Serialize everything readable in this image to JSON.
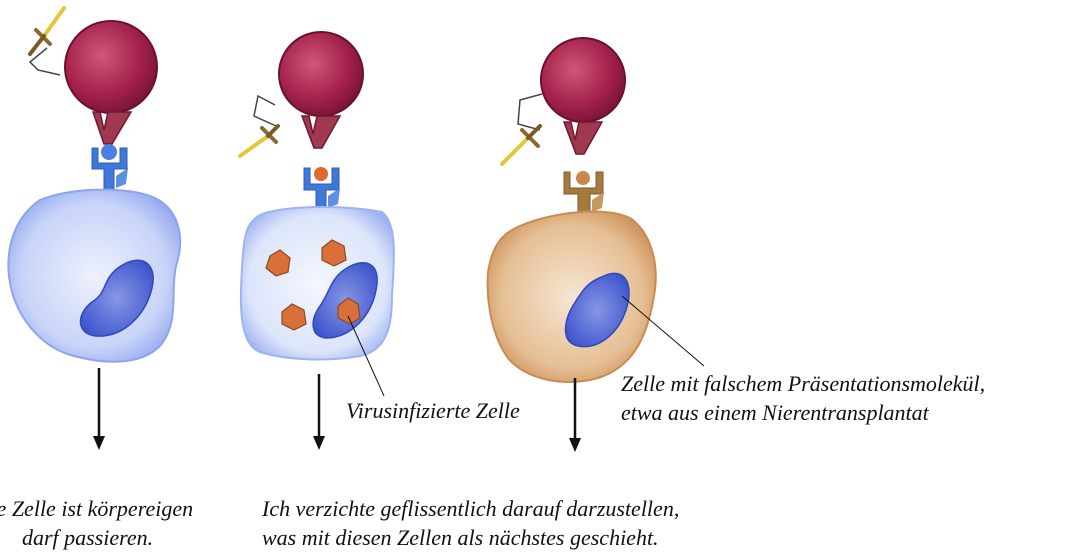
{
  "labels": {
    "virus_infected_cell": "Virusinfizierte Zelle",
    "wrong_presentation_line1": "Zelle mit falschem Präsentationsmolekül,",
    "wrong_presentation_line2": "etwa aus einem Nierentransplantat"
  },
  "outcomes": {
    "self_cell_line1": "se Zelle ist körpereigen",
    "self_cell_line2": "darf passieren.",
    "other_cells_line1": "Ich verzichte geflissentlich darauf darzustellen,",
    "other_cells_line2": "was mit diesen Zellen als nächstes geschieht."
  },
  "colors": {
    "t_cell": "#a3214a",
    "receptor": "#8e2a42",
    "self_mhc": "#3f78d8",
    "foreign_mhc": "#a57a3e",
    "cell_blue": "#c6d2f7",
    "cell_orange": "#e5b98d",
    "nucleus": "#4f66d6",
    "virus": "#d9703a",
    "sword": "#e7c53a"
  },
  "icons": [
    "t-cell-icon",
    "sword-icon",
    "mhc-icon",
    "virus-icon",
    "nucleus-icon",
    "arrow-down-icon"
  ]
}
